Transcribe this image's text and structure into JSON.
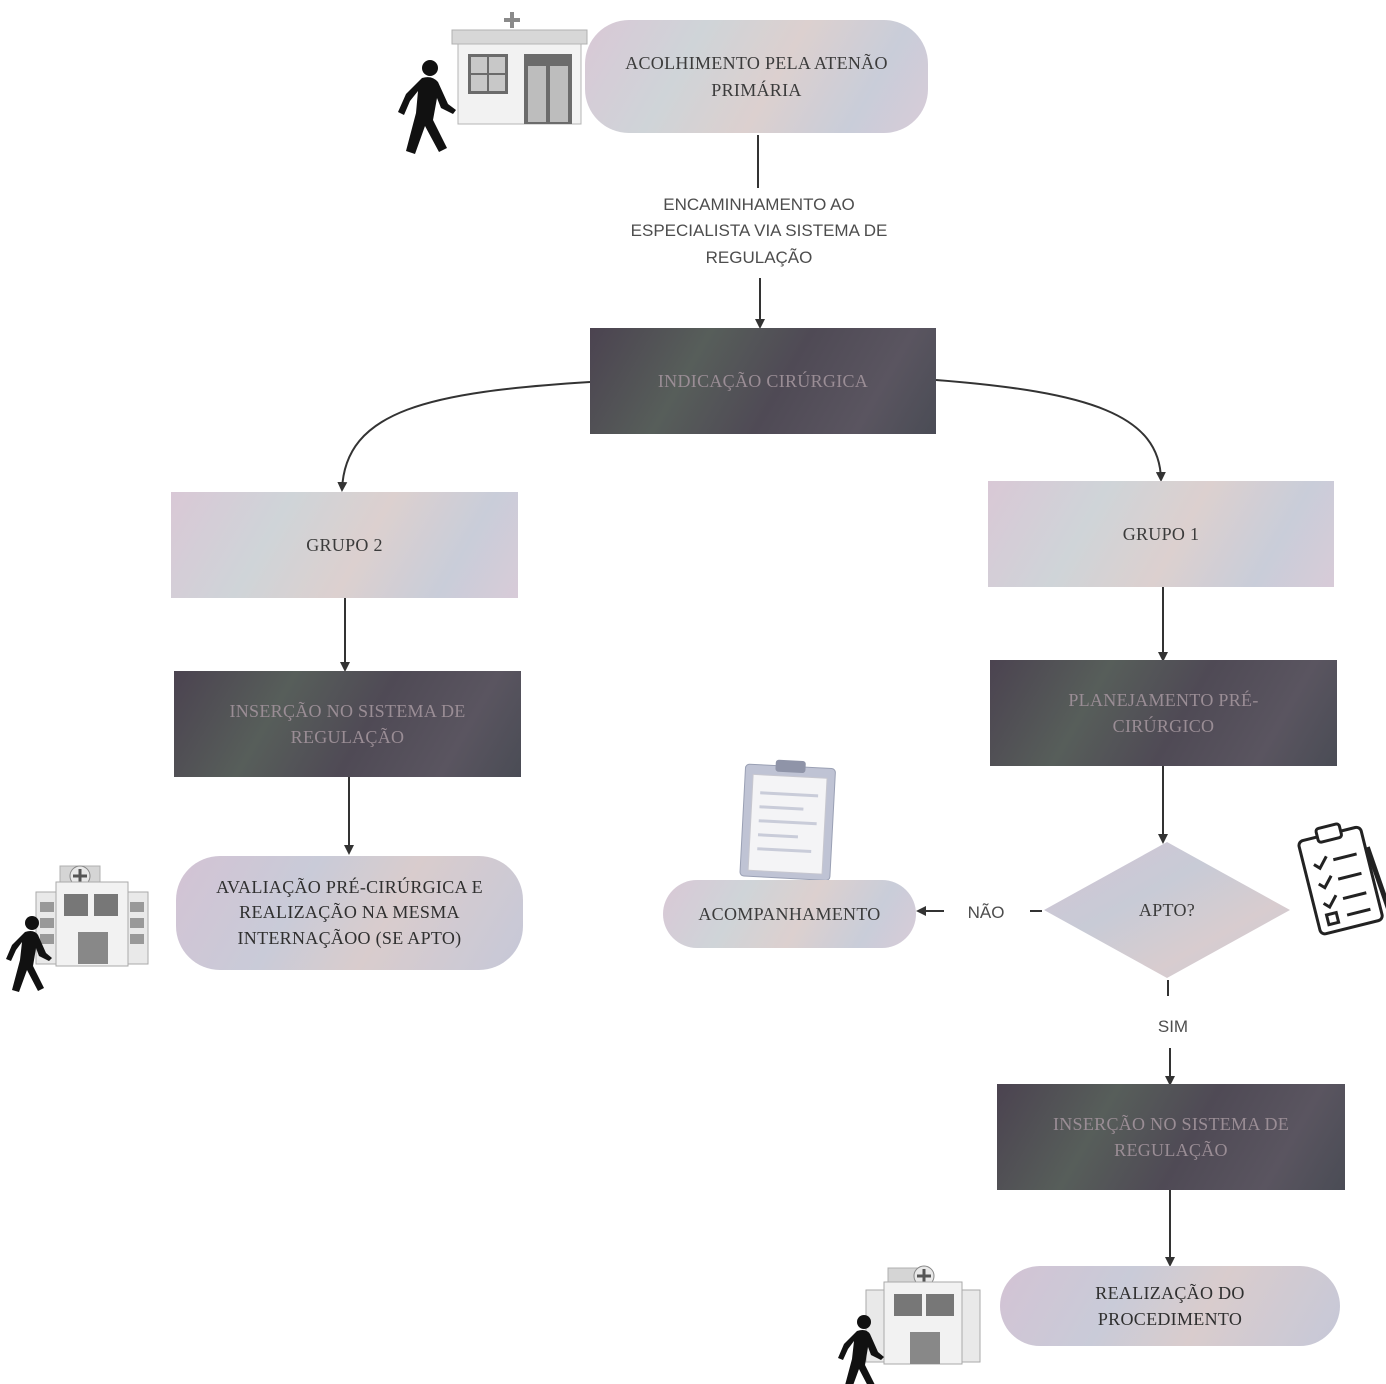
{
  "nodes": {
    "acolhimento": "ACOLHIMENTO PELA ATENÃO PRIMÁRIA",
    "indicacao": "INDICAÇÃO CIRÚRGICA",
    "grupo2": "GRUPO 2",
    "grupo1": "GRUPO 1",
    "insercao_g2": "INSERÇÃO NO SISTEMA DE REGULAÇÃO",
    "planejamento": "PLANEJAMENTO PRÉ-CIRÚRGICO",
    "avaliacao": "AVALIAÇÃO PRÉ-CIRÚRGICA E REALIZAÇÃO NA MESMA INTERNAÇÃOO (SE APTO)",
    "apto": "APTO?",
    "acompanhamento": "ACOMPANHAMENTO",
    "insercao_g1": "INSERÇÃO NO SISTEMA DE REGULAÇÃO",
    "realizacao": "REALIZAÇÃO DO PROCEDIMENTO"
  },
  "edges": {
    "encaminhamento": "ENCAMINHAMENTO AO ESPECIALISTA VIA SISTEMA DE REGULAÇÃO",
    "nao": "NÃO",
    "sim": "SIM"
  },
  "icons": [
    "hospital-icon",
    "walking-person-icon",
    "clipboard-icon",
    "checklist-icon"
  ],
  "colors": {
    "light_box": "#d6cdd6",
    "dark_box": "#524f58",
    "line": "#333333"
  }
}
